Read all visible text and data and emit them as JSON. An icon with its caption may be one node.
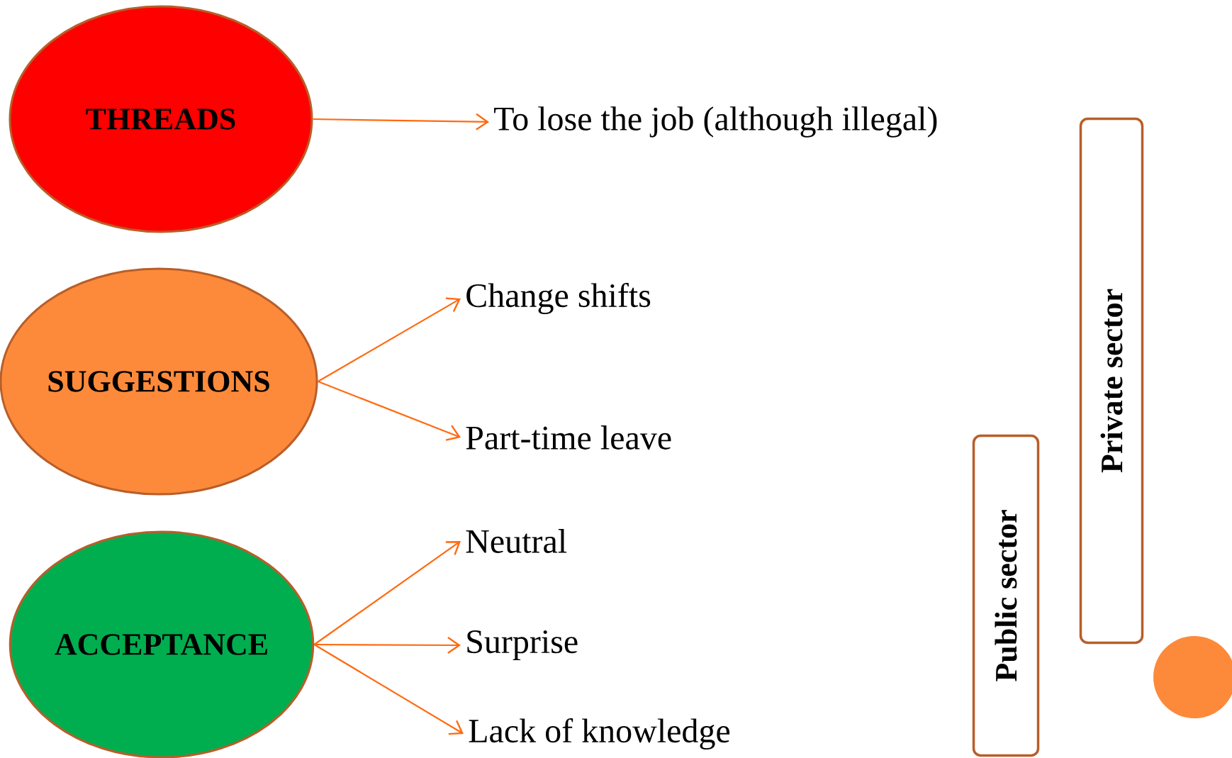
{
  "diagram": {
    "nodes": [
      {
        "text": [
          "THREADS"
        ]
      },
      {
        "text": [
          "To lose the job (although illegal)"
        ]
      },
      {
        "text": [
          "SUGGESTIONS"
        ]
      },
      {
        "text": [
          "Change shifts"
        ]
      },
      {
        "text": [
          "Part-time leave"
        ]
      },
      {
        "text": [
          "ACCEPTANCE"
        ]
      },
      {
        "text": [
          "Neutral"
        ]
      },
      {
        "text": [
          "Surprise"
        ]
      },
      {
        "text": [
          "Lack of knowledge"
        ]
      },
      {
        "text": [
          "Private sector"
        ]
      },
      {
        "text": [
          "Public sector"
        ]
      },
      {
        "text": [],
        "shape": "circle"
      }
    ],
    "edges": [
      {
        "from": 0,
        "to": 1,
        "arrow": "to"
      },
      {
        "from": 2,
        "to": 3,
        "arrow": "to"
      },
      {
        "from": 2,
        "to": 4,
        "arrow": "to"
      },
      {
        "from": 5,
        "to": 6,
        "arrow": "to"
      },
      {
        "from": 5,
        "to": 7,
        "arrow": "to"
      },
      {
        "from": 5,
        "to": 8,
        "arrow": "to"
      }
    ]
  }
}
